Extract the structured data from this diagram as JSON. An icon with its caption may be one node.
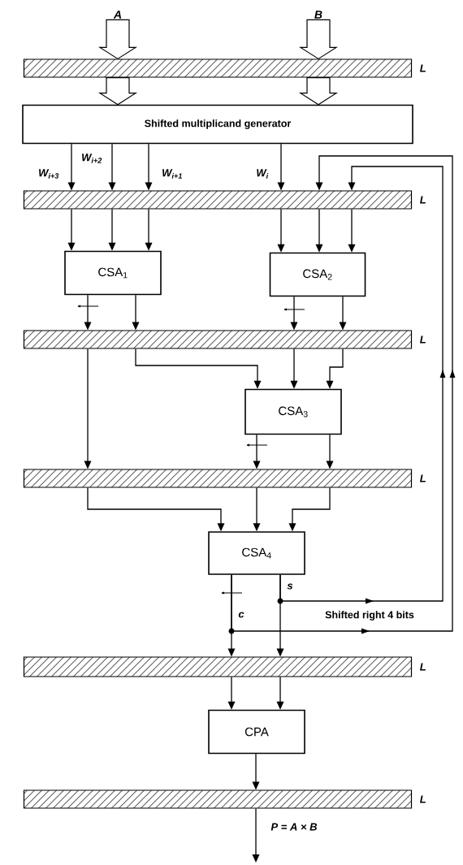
{
  "diagram": {
    "nodes": [
      {
        "text": [
          "A"
        ]
      },
      {
        "text": [
          "B"
        ]
      },
      {
        "text": [],
        "shape": "bar",
        "beside": [
          "L"
        ]
      },
      {
        "text": [
          "Shifted multiplicand generator"
        ]
      },
      {
        "text": [],
        "shape": "bar",
        "beside": [
          "L"
        ]
      },
      {
        "text": [
          "CSA$_{1}$"
        ]
      },
      {
        "text": [
          "CSA$_{2}$"
        ]
      },
      {
        "text": [],
        "shape": "bar",
        "beside": [
          "L"
        ]
      },
      {
        "text": [
          "CSA$_{3}$"
        ]
      },
      {
        "text": [],
        "shape": "bar",
        "beside": [
          "L"
        ]
      },
      {
        "text": [
          "CSA$_{4}$"
        ]
      },
      {
        "text": [],
        "shape": "bar",
        "beside": [
          "L"
        ]
      },
      {
        "text": [
          "CPA"
        ]
      },
      {
        "text": [],
        "shape": "bar",
        "beside": [
          "L"
        ]
      }
    ],
    "edges": [
      {
        "from": 0,
        "to": 2,
        "arrow": "to",
        "style": "thick"
      },
      {
        "from": 1,
        "to": 2,
        "arrow": "to",
        "style": "thick"
      },
      {
        "from": 2,
        "to": 3,
        "arrow": "to",
        "style": "thick"
      },
      {
        "from": 2,
        "to": 3,
        "arrow": "to",
        "style": "thick"
      },
      {
        "from": 3,
        "to": 4,
        "arrow": "to",
        "label": "W$_{i+3}$"
      },
      {
        "from": 3,
        "to": 4,
        "arrow": "to",
        "label": "W$_{i+2}$"
      },
      {
        "from": 3,
        "to": 4,
        "arrow": "to",
        "label": "W$_{i+1}$"
      },
      {
        "from": 3,
        "to": 4,
        "arrow": "to",
        "label": "W$_{i}$"
      },
      {
        "from": 10,
        "to": 4,
        "arrow": "to"
      },
      {
        "from": 10,
        "to": 4,
        "arrow": "to"
      },
      {
        "from": 4,
        "to": 5,
        "arrow": "to"
      },
      {
        "from": 4,
        "to": 5,
        "arrow": "to"
      },
      {
        "from": 4,
        "to": 5,
        "arrow": "to"
      },
      {
        "from": 4,
        "to": 6,
        "arrow": "to"
      },
      {
        "from": 4,
        "to": 6,
        "arrow": "to"
      },
      {
        "from": 4,
        "to": 6,
        "arrow": "to"
      },
      {
        "from": 5,
        "to": 7,
        "arrow": "to"
      },
      {
        "from": 5,
        "to": 7,
        "arrow": "to"
      },
      {
        "from": 6,
        "to": 7,
        "arrow": "to"
      },
      {
        "from": 6,
        "to": 7,
        "arrow": "to"
      },
      {
        "from": 7,
        "to": 9,
        "arrow": "to"
      },
      {
        "from": 7,
        "to": 8,
        "arrow": "to"
      },
      {
        "from": 7,
        "to": 8,
        "arrow": "to"
      },
      {
        "from": 7,
        "to": 8,
        "arrow": "to"
      },
      {
        "from": 8,
        "to": 9,
        "arrow": "to"
      },
      {
        "from": 8,
        "to": 9,
        "arrow": "to"
      },
      {
        "from": 9,
        "to": 10,
        "arrow": "to"
      },
      {
        "from": 9,
        "to": 10,
        "arrow": "to"
      },
      {
        "from": 9,
        "to": 10,
        "arrow": "to"
      },
      {
        "from": 10,
        "to": 11,
        "arrow": "to",
        "label": "c"
      },
      {
        "from": 10,
        "to": 11,
        "arrow": "to",
        "label": "s"
      },
      {
        "from": 11,
        "to": 12,
        "arrow": "to"
      },
      {
        "from": 11,
        "to": 12,
        "arrow": "to"
      },
      {
        "from": 12,
        "to": 13,
        "arrow": "to"
      },
      {
        "from": 13,
        "to": null,
        "arrow": "to",
        "label": "P = A × B"
      }
    ],
    "labels": [
      "Shifted right 4 bits"
    ]
  }
}
